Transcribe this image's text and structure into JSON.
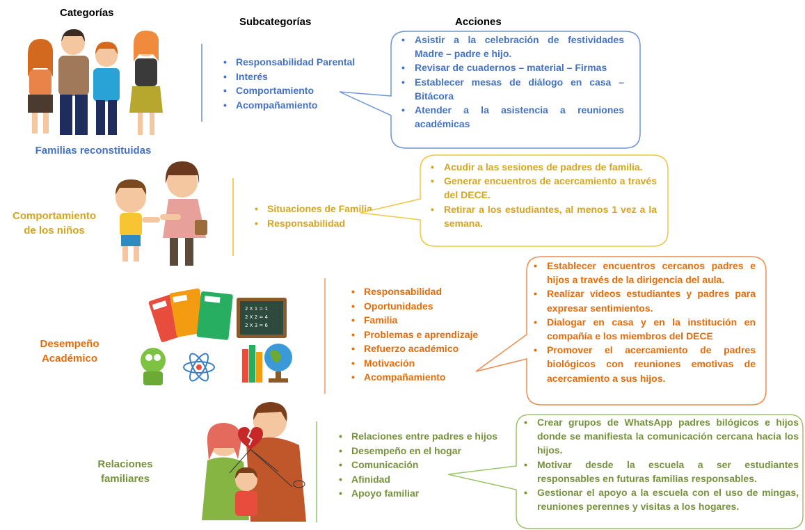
{
  "headers": {
    "categorias": "Categorías",
    "subcategorias": "Subcategorías",
    "acciones": "Acciones"
  },
  "colors": {
    "blue": "#4472C4",
    "yellow": "#D4A520",
    "orange": "#E46C0A",
    "green": "#76923C"
  },
  "rows": [
    {
      "category": [
        "Familias reconstituidas"
      ],
      "color": "#4472C4",
      "illustration": "family-of-four-illustration",
      "subcategories": [
        "Responsabilidad Parental",
        "Interés",
        "Comportamiento",
        "Acompañamiento"
      ],
      "actions": [
        "Asistir a la celebración de festividades Madre – padre e hijo.",
        "Revisar de cuadernos – material – Firmas",
        "Establecer mesas de diálogo en casa – Bitácora",
        "Atender a la asistencia a reuniones académicas"
      ]
    },
    {
      "category": [
        "Comportamiento",
        "de los niños"
      ],
      "color": "#D4A520",
      "illustration": "mother-scolding-child-illustration",
      "subcategories": [
        "Situaciones de Familia",
        "Responsabilidad"
      ],
      "actions": [
        "Acudir a las sesiones de padres de familia.",
        "Generar encuentros de acercamiento a través del DECE.",
        "Retirar a los estudiantes, al menos 1 vez a la semana."
      ]
    },
    {
      "category": [
        "Desempeño",
        "Académico"
      ],
      "color": "#E46C0A",
      "illustration": "school-supplies-illustration",
      "subcategories": [
        "Responsabilidad",
        "Oportunidades",
        "Familia",
        "Problemas e aprendizaje",
        "Refuerzo académico",
        "Motivación",
        "Acompañamiento"
      ],
      "actions": [
        "Establecer encuentros cercanos padres e hijos a través de la dirigencia del aula.",
        "Realizar videos estudiantes y padres para expresar sentimientos.",
        "Dialogar en casa y en la institución en compañía e los miembros del DECE",
        "Promover el acercamiento de padres biológicos con reuniones emotivas de acercamiento a sus hijos."
      ]
    },
    {
      "category": [
        "Relaciones",
        "familiares"
      ],
      "color": "#76923C",
      "illustration": "broken-family-illustration",
      "subcategories": [
        "Relaciones entre padres e hijos",
        "Desempeño en el hogar",
        "Comunicación",
        "Afinidad",
        "Apoyo familiar"
      ],
      "actions": [
        "Crear grupos de WhatsApp padres bilógicos e hijos donde se manifiesta la comunicación cercana hacia los hijos.",
        "Motivar desde la escuela a ser estudiantes responsables en futuras familias responsables.",
        "Gestionar el apoyo a la escuela con el uso de mingas, reuniones perennes y visitas a los hogares."
      ]
    }
  ]
}
